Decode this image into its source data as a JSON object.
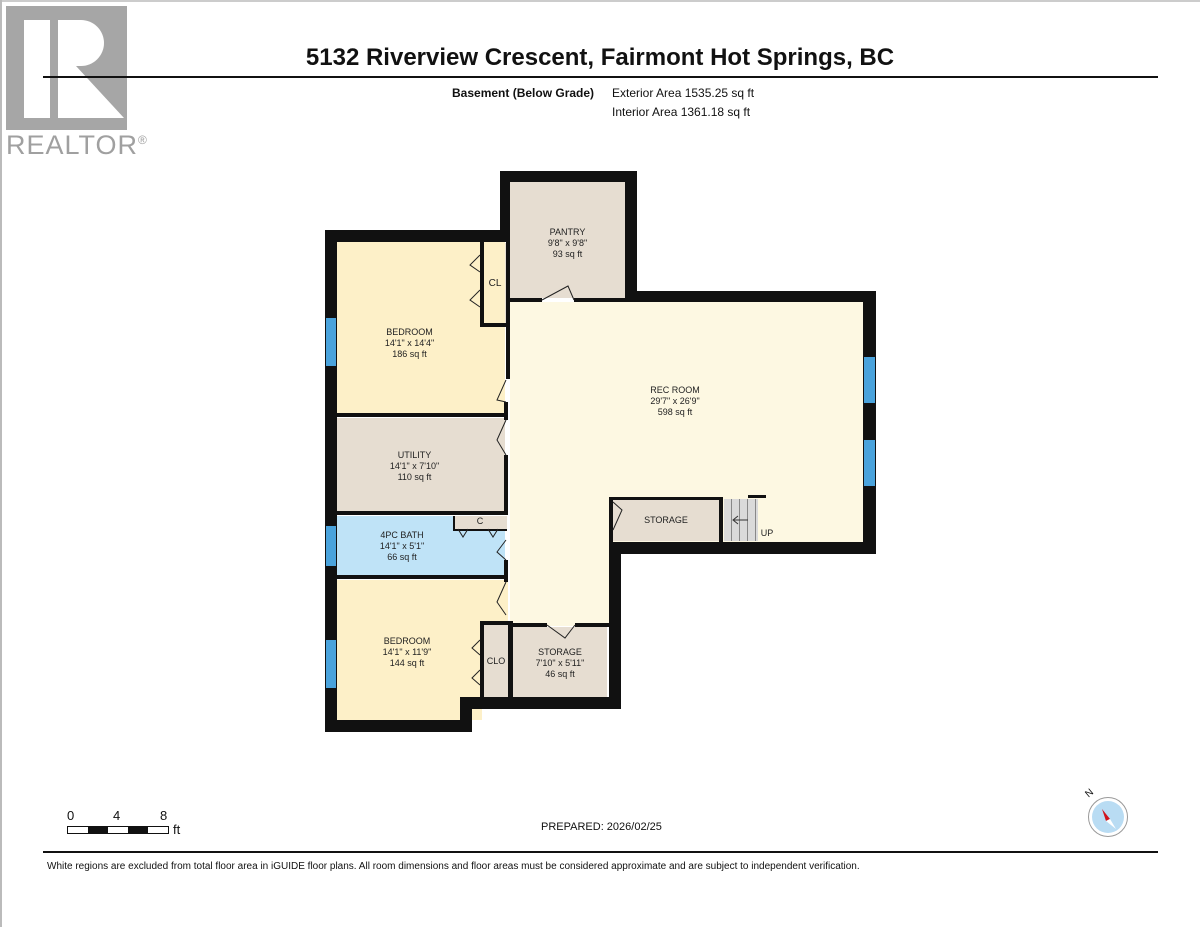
{
  "logo": {
    "text": "REALTOR",
    "mark": "®"
  },
  "header": {
    "title": "5132 Riverview Crescent, Fairmont Hot Springs, BC",
    "level": "Basement (Below Grade)",
    "exterior_area": "Exterior Area 1535.25 sq ft",
    "interior_area": "Interior Area 1361.18 sq ft"
  },
  "rooms": {
    "pantry": {
      "name": "PANTRY",
      "dims": "9'8\" x 9'8\"",
      "area": "93 sq ft",
      "color": "#e6ddd1"
    },
    "closet_top": {
      "name": "CL"
    },
    "bedroom1": {
      "name": "BEDROOM",
      "dims": "14'1\" x 14'4\"",
      "area": "186 sq ft",
      "color": "#fdf0c8"
    },
    "rec_room": {
      "name": "REC ROOM",
      "dims": "29'7\" x 26'9\"",
      "area": "598 sq ft",
      "color": "#fdf8e2"
    },
    "utility": {
      "name": "UTILITY",
      "dims": "14'1\" x 7'10\"",
      "area": "110 sq ft",
      "color": "#e6ddd1"
    },
    "closet_bath": {
      "name": "C"
    },
    "bath": {
      "name": "4PC BATH",
      "dims": "14'1\" x 5'1\"",
      "area": "66 sq ft",
      "color": "#bfe3f7"
    },
    "storage_rec": {
      "name": "STORAGE"
    },
    "stairs": {
      "label": "UP"
    },
    "bedroom2": {
      "name": "BEDROOM",
      "dims": "14'1\" x 11'9\"",
      "area": "144 sq ft",
      "color": "#fdf0c8"
    },
    "closet_bed2": {
      "name": "CLO"
    },
    "storage_bottom": {
      "name": "STORAGE",
      "dims": "7'10\" x 5'11\"",
      "area": "46 sq ft"
    }
  },
  "scale": {
    "ticks": [
      "0",
      "4",
      "8"
    ],
    "unit": "ft"
  },
  "footer": {
    "prepared": "PREPARED: 2026/02/25",
    "disclaimer": "White regions are excluded from total floor area in iGUIDE floor plans. All room dimensions and floor areas must be considered approximate and are subject to independent verification.",
    "compass_label": "N"
  },
  "colors": {
    "wall": "#111111",
    "window": "#4aa3dc",
    "compass_needle": "#d0131b"
  }
}
